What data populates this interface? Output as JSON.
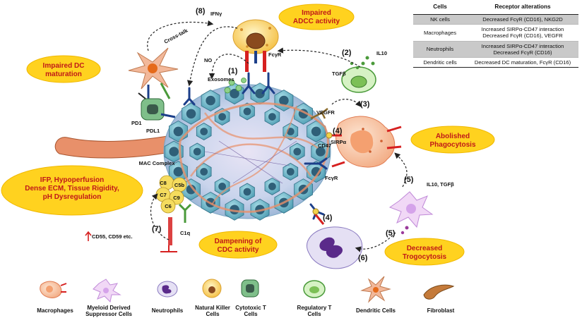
{
  "table": {
    "headers": [
      "Cells",
      "Receptor alterations"
    ],
    "rows": [
      {
        "cell": "NK cells",
        "alteration": "Decreased FcγR (CD16), NKG2D",
        "shaded": true
      },
      {
        "cell": "Macrophages",
        "alteration": "Increased SIRPα-CD47 interaction Decreased FcγR (CD16), VEGFR",
        "shaded": false
      },
      {
        "cell": "Neutrophils",
        "alteration": "Increased SIRPα-CD47 interaction Decreased  FcγR (CD16)",
        "shaded": true
      },
      {
        "cell": "Dendritic cells",
        "alteration": "Decreased DC maturation, FcγR (CD16)",
        "shaded": false
      }
    ]
  },
  "callouts": {
    "adcc": "Impaired ADCC activity",
    "dc": "Impaired DC maturation",
    "phago": "Abolished Phagocytosis",
    "tme": "IFP, Hypoperfusion, Dense ECM, Tissue Rigidity, pH Dysregulation",
    "cdc": "Dampening of CDC activity",
    "trogo": "Decreased Trogocytosis"
  },
  "steps": {
    "s1": "(1)",
    "s2": "(2)",
    "s3": "(3)",
    "s4a": "(4)",
    "s4b": "(4)",
    "s5a": "(5)",
    "s5b": "(5)",
    "s6": "(6)",
    "s7": "(7)",
    "s8": "(8)"
  },
  "labels": {
    "crosstalk": "Cross-talk",
    "ifng": "IFNγ",
    "no": "NO",
    "exosomes": "Exosomes",
    "fcgr_nk": "FcγR",
    "il10": "IL10",
    "tgfb": "TGFβ",
    "vegfr": "VEGFR",
    "cd47": "CD47",
    "sirpa": "SIRPα",
    "fcgr_mac": "FcγR",
    "il10_tgfb": "IL10, TGFβ",
    "pd1": "PD1",
    "pdl1": "PDL1",
    "mac_complex": "MAC Complex",
    "c8": "C8",
    "c5b": "C5b",
    "c7": "C7",
    "c9": "C9",
    "c6": "C6",
    "c1q": "C1q",
    "cd55": "CD55, CD59 etc."
  },
  "legend": [
    {
      "label": "Macrophages",
      "icon": "macrophage-icon"
    },
    {
      "label": "Myeloid Derived Suppressor Cells",
      "icon": "mdsc-icon"
    },
    {
      "label": "Neutrophils",
      "icon": "neutrophil-icon"
    },
    {
      "label": "Natural Killer Cells",
      "icon": "nk-cell-icon"
    },
    {
      "label": "Cytotoxic T Cells",
      "icon": "cytotoxic-t-cell-icon"
    },
    {
      "label": "Regulatory T Cells",
      "icon": "regulatory-t-cell-icon"
    },
    {
      "label": "Dendritic Cells",
      "icon": "dendritic-cell-icon"
    },
    {
      "label": "Fibroblast",
      "icon": "fibroblast-icon"
    }
  ],
  "colors": {
    "callout_fill": "#ffd21f",
    "tumor_cell": "#6fb8c8",
    "nucleus": "#2f5f78",
    "fiber": "#e8906a",
    "antibody_red": "#d62020",
    "antibody_blue": "#1c3f8a",
    "antibody_green": "#4a9a3a",
    "complement": "#f2d24a"
  }
}
